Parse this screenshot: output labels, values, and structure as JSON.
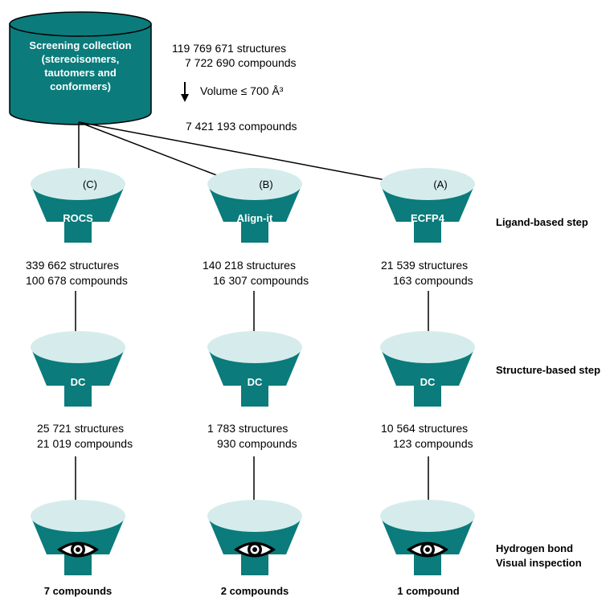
{
  "database": {
    "label_lines": [
      "Screening collection",
      "(stereoisomers,",
      "tautomers and",
      "conformers)"
    ],
    "structures": "119 769 671 structures",
    "compounds": "7 722 690 compounds",
    "filter": "Volume ≤ 700 Å³",
    "filtered": "7 421 193 compounds"
  },
  "colors": {
    "funnel_body": "#0b7b7b",
    "funnel_top": "#d6ecec",
    "db_body": "#0b7b7b"
  },
  "columns": [
    {
      "letter": "(C)",
      "ligand_method": "ROCS",
      "ligand_structures": "339 662 structures",
      "ligand_compounds": "100 678 compounds",
      "structure_method": "DC",
      "structure_structures": "25 721 structures",
      "structure_compounds": "21 019 compounds",
      "final": "7 compounds"
    },
    {
      "letter": "(B)",
      "ligand_method": "Align-it",
      "ligand_structures": "140 218 structures",
      "ligand_compounds": "16 307 compounds",
      "structure_method": "DC",
      "structure_structures": "1 783 structures",
      "structure_compounds": "930 compounds",
      "final": "2 compounds"
    },
    {
      "letter": "(A)",
      "ligand_method": "ECFP4",
      "ligand_structures": "21 539 structures",
      "ligand_compounds": "163 compounds",
      "structure_method": "DC",
      "structure_structures": "10 564 structures",
      "structure_compounds": "123 compounds",
      "final": "1 compound"
    }
  ],
  "steps": {
    "ligand": "Ligand-based step",
    "structure": "Structure-based step",
    "inspection_line1": "Hydrogen bond",
    "inspection_line2": "Visual inspection"
  },
  "icons": {
    "inspection": "eye-icon",
    "arrow": "arrow-down-icon"
  }
}
